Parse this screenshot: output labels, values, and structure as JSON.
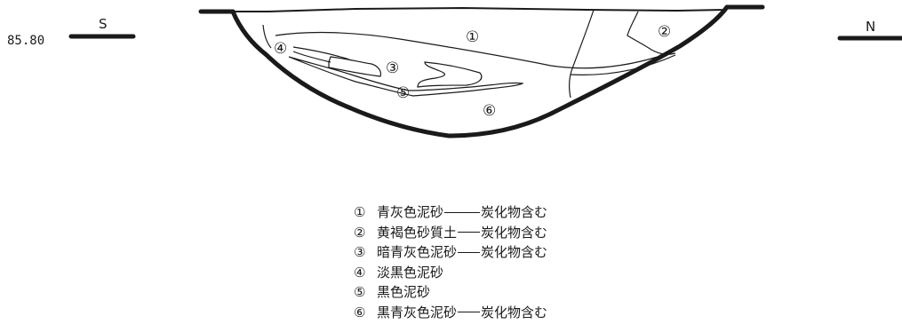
{
  "elevation_label": "85.80",
  "direction_south": "S",
  "direction_north": "N",
  "layer_markers": [
    "①",
    "②",
    "③",
    "④",
    "⑤",
    "⑥"
  ],
  "legend": [
    {
      "num": "①",
      "soil": "青灰色泥砂",
      "note": "炭化物含む"
    },
    {
      "num": "②",
      "soil": "黄褐色砂質土",
      "note": "炭化物含む"
    },
    {
      "num": "③",
      "soil": "暗青灰色泥砂",
      "note": "炭化物含む"
    },
    {
      "num": "④",
      "soil": "淡黒色泥砂",
      "note": ""
    },
    {
      "num": "⑤",
      "soil": "黒色泥砂",
      "note": ""
    },
    {
      "num": "⑥",
      "soil": "黒青灰色泥砂",
      "note": "炭化物含む"
    }
  ],
  "colors": {
    "ink": "#1a1a1a",
    "paper": "#ffffff"
  }
}
